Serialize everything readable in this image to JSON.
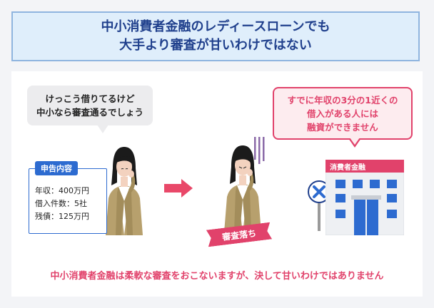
{
  "header": {
    "line1": "中小消費者金融のレディースローンでも",
    "line2": "大手より審査が甘いわけではない"
  },
  "speech_left": {
    "line1": "けっこう借りてるけど",
    "line2": "中小なら審査通るでしょう"
  },
  "speech_right": {
    "line1": "すでに年収の3分の1近くの",
    "line2": "借入がある人には",
    "line3": "融資ができません"
  },
  "application": {
    "title": "申告内容",
    "income": "年収：400万円",
    "loans": "借入件数：5社",
    "balance": "残債：125万円"
  },
  "result_badge": "審査落ち",
  "lender_sign": "消費者金融",
  "conclusion": "中小消費者金融は柔軟な審査をおこないますが、決して甘いわけではありません",
  "icons": [
    "arrow-right-icon",
    "reject-x-icon",
    "building-icon",
    "woman-figure-icon"
  ],
  "colors": {
    "header_bg": "#dfeefb",
    "header_text": "#1f3f8c",
    "accent_pink": "#e1426b",
    "accent_blue": "#2d6bd0",
    "coat": "#b7a06d"
  }
}
